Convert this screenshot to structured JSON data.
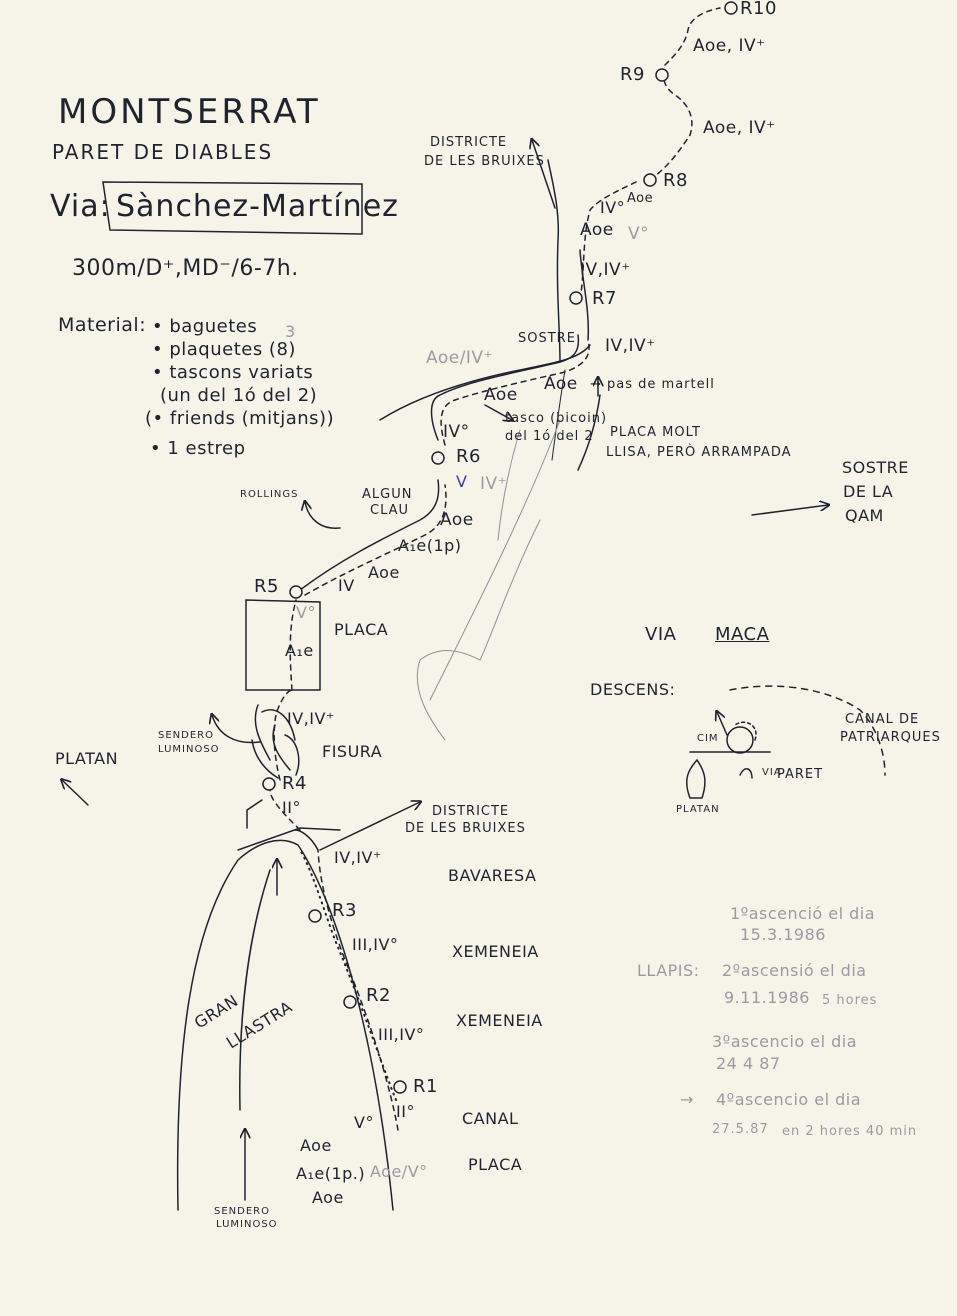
{
  "header": {
    "title": "MONTSERRAT",
    "wall": "PARET DE DIABLES",
    "via_prefix": "Via:",
    "route_name": "Sànchez-Martínez",
    "stats": "300m/D⁺,MD⁻/6-7h."
  },
  "material": {
    "label": "Material:",
    "items": [
      "• baguetes",
      "• plaquetes (8)",
      "• tascons variats",
      "(un del 1ó del 2)",
      "(• friends (mitjans))",
      "• 1 estrep"
    ],
    "pencil_note": "3"
  },
  "belays": [
    "R1",
    "R2",
    "R3",
    "R4",
    "R5",
    "R6",
    "R7",
    "R8",
    "R9",
    "R10"
  ],
  "grades": {
    "r10_r9": "Aoe, IV⁺",
    "r9_r8": "Aoe, IV⁺",
    "r8_a": "IV°",
    "r8_b": "Aoe",
    "r8_c": "Aoe",
    "r8_pencil": "V°",
    "r7": "IV,IV⁺",
    "sostre": "IV,IV⁺",
    "aoe_sostre": "Aoe",
    "pencil_sostre": "Aoe/IV⁺",
    "aoe_mid": "Aoe",
    "r6_above": "IV°",
    "r6_below": "V",
    "r6_pencil": "IV⁺",
    "aoe_r6": "Aoe",
    "a1e": "A₁e(1p)",
    "aoe_r5": "Aoe",
    "iv_r5": "IV",
    "v_r5": "V°",
    "a1e_placa": "A₁e",
    "fisura": "IV,IV⁺",
    "r4": "II°",
    "bavaresa": "IV,IV⁺",
    "r3": "III,IV°",
    "r2": "III,IV°",
    "r1": "II°",
    "canal": "V°",
    "placa_a": "Aoe",
    "placa_b": "A₁e(1p.)",
    "placa_c": "Aoe",
    "placa_pencil": "Aoe/V°"
  },
  "labels": {
    "districte_top": [
      "DISTRICTE",
      "DE LES BRUIXES"
    ],
    "sostre": "SOSTRE",
    "pas_martell": "→ pas de martell",
    "tasco": [
      "tasco (bicoin)",
      "del 1ó del 2"
    ],
    "placa_molt": [
      "PLACA MOLT",
      "LLISA, PERÒ ARRAMPADA"
    ],
    "sostre_qam": [
      "SOSTRE",
      "DE LA",
      "QAM"
    ],
    "rollings": "ROLLINGS",
    "algun_clau": [
      "ALGUN",
      "CLAU"
    ],
    "placa_r5": "PLACA",
    "via_maca": [
      "VIA",
      "MACA"
    ],
    "descens": "DESCENS:",
    "canal_patriarques": [
      "CANAL DE",
      "PATRIARQUES"
    ],
    "cim": "CIM",
    "via_small": "VIA",
    "paret_small": "PARET",
    "platan_small": "PLATAN",
    "sendero_top": [
      "SENDERO",
      "LUMINOSO"
    ],
    "fisura": "FISURA",
    "platan": "PLATAN",
    "districte_mid": [
      "DISTRICTE",
      "DE LES BRUIXES"
    ],
    "bavaresa": "BAVARESA",
    "xemeneia1": "XEMENEIA",
    "xemeneia2": "XEMENEIA",
    "canal": "CANAL",
    "placa_bottom": "PLACA",
    "gran_llastra": [
      "GRAN",
      "LLASTRA"
    ],
    "sendero_bottom": [
      "SENDERO",
      "LUMINOSO"
    ]
  },
  "ascents": {
    "a1": [
      "1ºascenció el dia",
      "15.3.1986"
    ],
    "llapis": "LLAPIS:",
    "a2": [
      "2ºascensió el dia",
      "9.11.1986",
      "5 hores"
    ],
    "a3": [
      "3ºascencio el dia",
      "24 4 87"
    ],
    "a4": [
      "4ºascencio el dia",
      "27.5.87",
      "en 2 hores 40 min"
    ],
    "arrow": "→"
  },
  "colors": {
    "ink": "#1f2330",
    "pencil": "#9a9aa3",
    "paper": "#f6f4e9",
    "blue": "#3d3f9c"
  }
}
